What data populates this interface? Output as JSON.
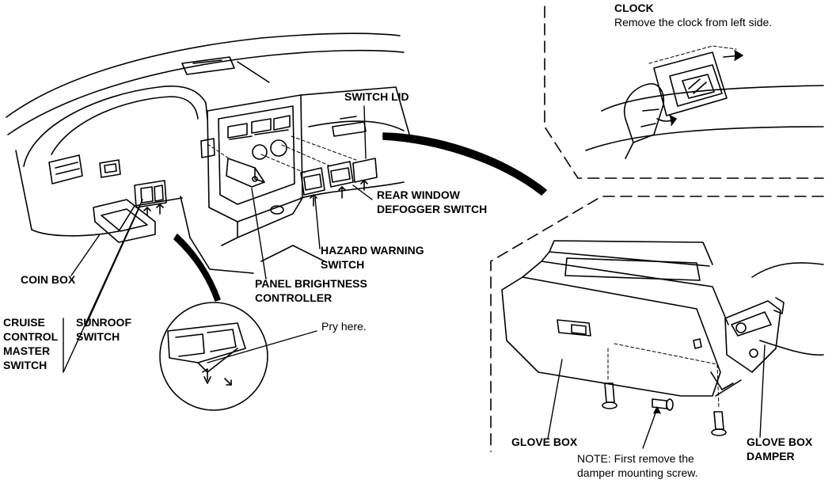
{
  "labels": {
    "clock_title": "CLOCK",
    "clock_note": "Remove the clock from left side.",
    "switch_lid": "SWITCH LID",
    "rear_window_1": "REAR WINDOW",
    "rear_window_2": "DEFOGGER SWITCH",
    "hazard_1": "HAZARD WARNING",
    "hazard_2": "SWITCH",
    "panel_1": "PANEL BRIGHTNESS",
    "panel_2": "CONTROLLER",
    "coin_box": "COIN BOX",
    "cruise_1": "CRUISE",
    "cruise_2": "CONTROL",
    "cruise_3": "MASTER",
    "cruise_4": "SWITCH",
    "sunroof_1": "SUNROOF",
    "sunroof_2": "SWITCH",
    "pry_here": "Pry here.",
    "glove_box": "GLOVE BOX",
    "glove_damper_1": "GLOVE BOX",
    "glove_damper_2": "DAMPER",
    "note_1": "NOTE:  First remove the",
    "note_2": "damper mounting screw."
  }
}
